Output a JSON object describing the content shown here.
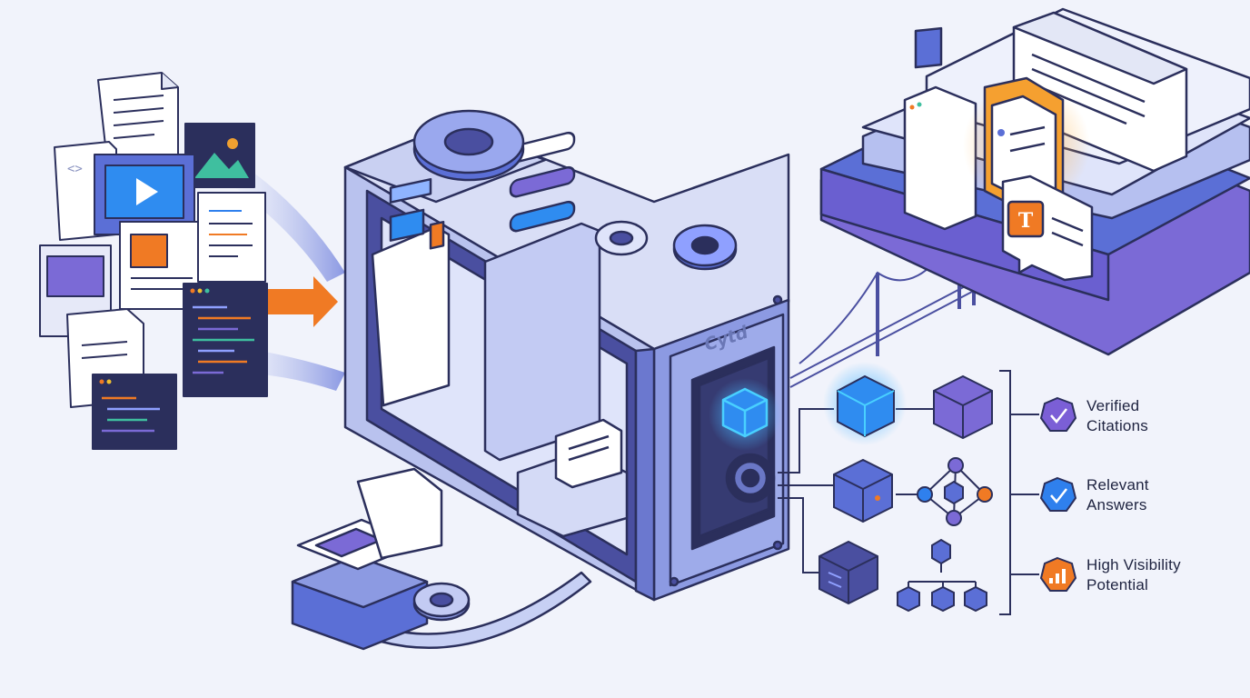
{
  "machine": {
    "brand": "Cytd"
  },
  "outputs": [
    {
      "line1": "Verified",
      "line2": "Citations",
      "icon": "check-badge-icon",
      "color": "#7b5fd6"
    },
    {
      "line1": "Relevant",
      "line2": "Answers",
      "icon": "check-badge-icon",
      "color": "#2f80ed"
    },
    {
      "line1": "High Visibility",
      "line2": "Potential",
      "icon": "bar-chart-badge-icon",
      "color": "#f07a24"
    }
  ],
  "answer_card": {
    "glyph": "T"
  },
  "colors": {
    "primary": "#5b6fd6",
    "navy": "#2b2f5c",
    "accent_orange": "#f07a24",
    "accent_blue": "#2f80ed",
    "accent_purple": "#7b5fd6"
  }
}
